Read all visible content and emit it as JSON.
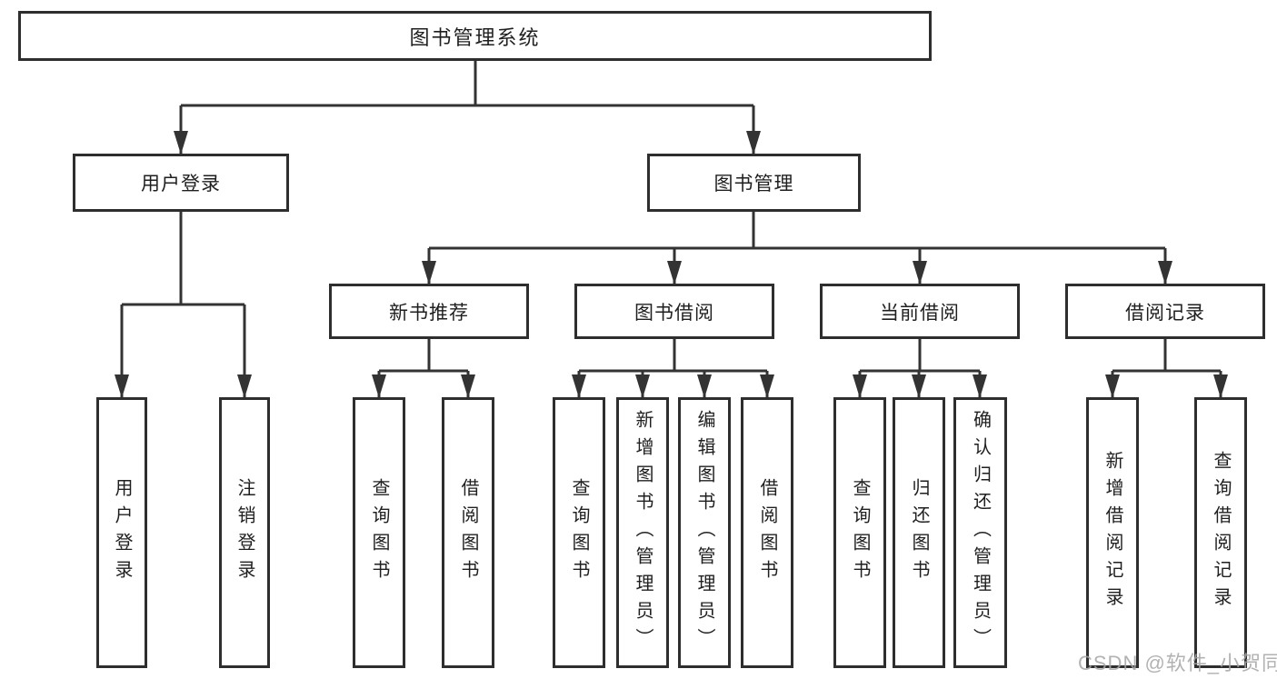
{
  "tree": {
    "root": "图书管理系统",
    "branches": [
      {
        "label": "用户登录",
        "children": [
          "用户登录",
          "注销登录"
        ]
      },
      {
        "label": "图书管理",
        "groups": [
          {
            "label": "新书推荐",
            "children": [
              "查询图书",
              "借阅图书"
            ]
          },
          {
            "label": "图书借阅",
            "children": [
              "查询图书",
              "新增图书（管理员）",
              "编辑图书（管理员）",
              "借阅图书"
            ]
          },
          {
            "label": "当前借阅",
            "children": [
              "查询图书",
              "归还图书",
              "确认归还（管理员）"
            ]
          },
          {
            "label": "借阅记录",
            "children": [
              "新增借阅记录",
              "查询借阅记录"
            ]
          }
        ]
      }
    ]
  },
  "watermark": {
    "text": "CSDN @软件_小贺同学"
  },
  "colors": {
    "line": "#333333",
    "box_border": "#2e2e2e",
    "text": "#1f1f1f",
    "background": "#ffffff",
    "watermark": "#a5a5a5"
  }
}
